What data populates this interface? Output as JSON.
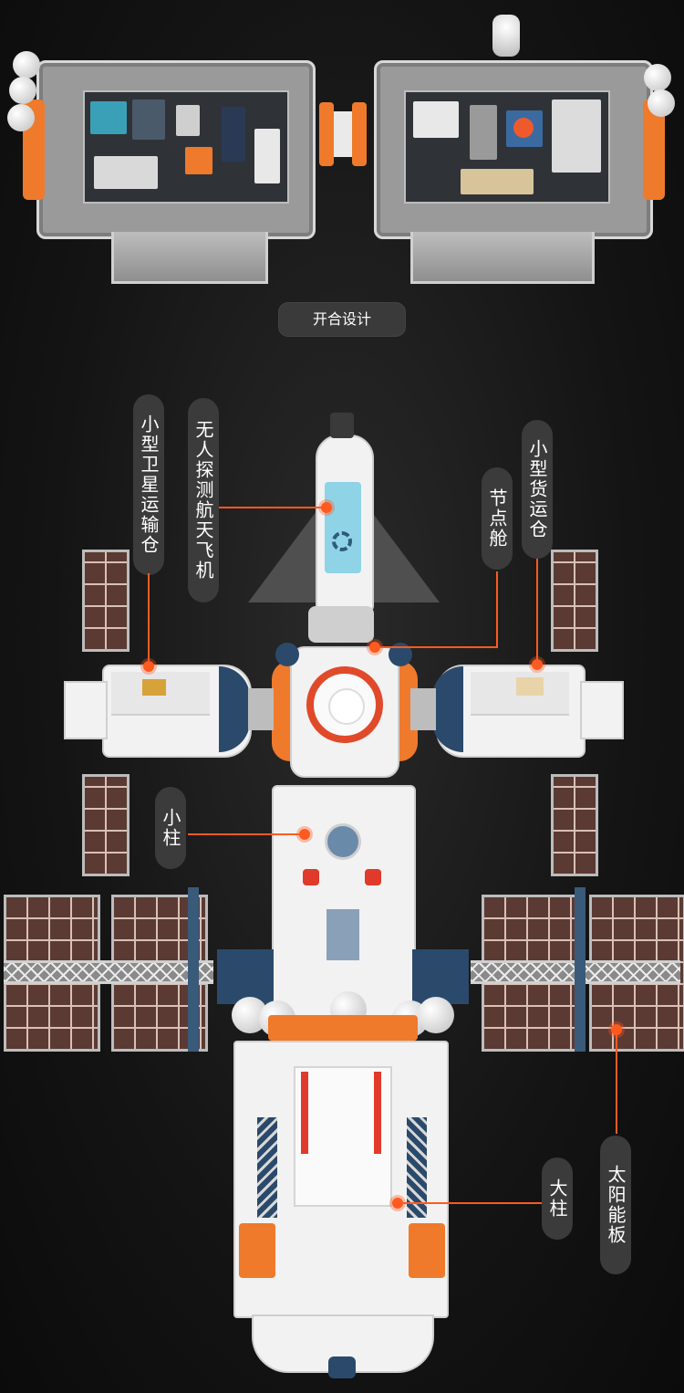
{
  "caption": "开合设计",
  "labels": {
    "small_satellite_transport": "小型卫星运输仓",
    "unmanned_probe_shuttle": "无人探测航天飞机",
    "node_module": "节点舱",
    "small_cargo": "小型货运仓",
    "small_pillar": "小柱",
    "large_pillar": "大柱",
    "solar_panel": "太阳能板"
  },
  "colors": {
    "accent": "#ff5a1f",
    "label_bg": "#3b3b3b",
    "station_white": "#f2f2f2",
    "station_orange": "#ef7a2c",
    "station_navy": "#2b4a6b",
    "panel_brown": "#5b3a34"
  }
}
